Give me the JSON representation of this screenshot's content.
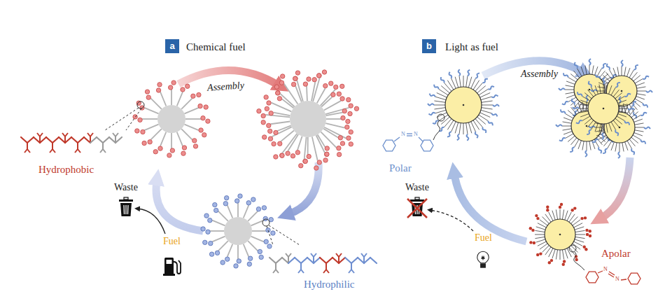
{
  "diagram": {
    "nodes": [
      {
        "text": [
          "a"
        ]
      },
      {
        "text": [
          "b"
        ]
      }
    ],
    "labels": [
      "Chemical fuel",
      "Assembly",
      "Hydrophobic",
      "Waste",
      "Fuel",
      "Hydrophilic",
      "Light as fuel",
      "Assembly",
      "N",
      "N",
      "Polar",
      "Waste",
      "Fuel",
      "Apolar",
      "N",
      "N"
    ]
  }
}
